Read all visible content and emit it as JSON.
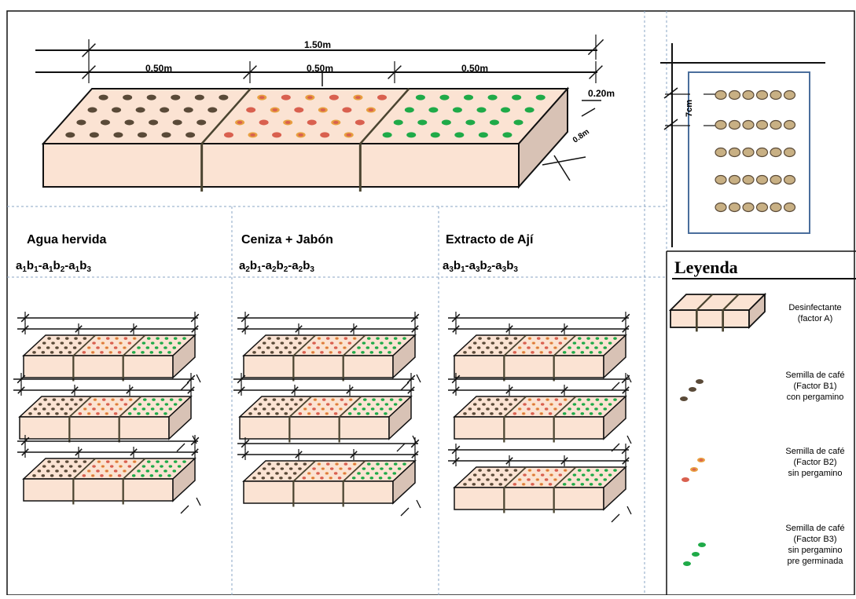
{
  "top": {
    "dim_total": "1.50m",
    "dim_sections": [
      "0.50m",
      "0.50m",
      "0.50m"
    ],
    "dim_height": "0.20m",
    "dim_depth": "0.8m"
  },
  "seedbed": {
    "spacing": "7cm"
  },
  "groups": [
    {
      "title": "Agua hervida",
      "code_parts": [
        [
          "a",
          "1",
          "b",
          "1"
        ],
        [
          "a",
          "1",
          "b",
          "2"
        ],
        [
          "a",
          "1",
          "b",
          "3"
        ]
      ]
    },
    {
      "title": "Ceniza + Jabón",
      "code_parts": [
        [
          "a",
          "2",
          "b",
          "1"
        ],
        [
          "a",
          "2",
          "b",
          "2"
        ],
        [
          "a",
          "2",
          "b",
          "3"
        ]
      ]
    },
    {
      "title": "Extracto de Ají",
      "code_parts": [
        [
          "a",
          "3",
          "b",
          "1"
        ],
        [
          "a",
          "3",
          "b",
          "2"
        ],
        [
          "a",
          "3",
          "b",
          "3"
        ]
      ]
    }
  ],
  "legend": {
    "title": "Leyenda",
    "items": [
      {
        "lines": [
          "Desinfectante",
          "(factor A)"
        ]
      },
      {
        "lines": [
          "Semilla de café",
          "(Factor B1)",
          "con pergamino"
        ]
      },
      {
        "lines": [
          "Semilla de café",
          "(Factor B2)",
          "sin pergamino"
        ]
      },
      {
        "lines": [
          "Semilla de café",
          "(Factor B3)",
          "sin pergamino",
          "pre germinada"
        ]
      }
    ]
  },
  "colors": {
    "box_fill": "#fbe3d3",
    "box_side": "#d8c2b5",
    "box_stroke": "#111111",
    "post": "#4a4430",
    "seed_b1": "#5a4a38",
    "seed_b2": "#d9604f",
    "seed_b2_ring": "#e8a040",
    "seed_b3": "#1faa48",
    "frame_blue": "#4a6e9c",
    "dash": "#8aa6c4"
  }
}
